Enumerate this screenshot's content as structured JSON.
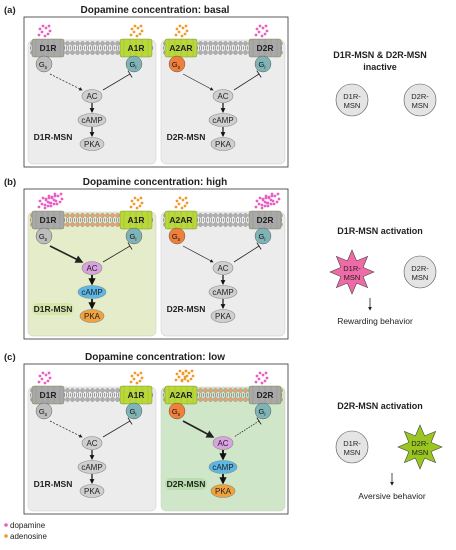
{
  "panels": [
    {
      "id": "a",
      "label": "(a)",
      "title": "Dopamine  concentration: basal",
      "left": {
        "state": "basal",
        "receptor_d1": "D1R",
        "receptor_a1": "A1R",
        "g_left": "G",
        "g_left_sub": "s",
        "g_right": "G",
        "g_right_sub": "i",
        "ac": "AC",
        "camp": "cAMP",
        "pka": "PKA",
        "cell": "D1R-MSN"
      },
      "right": {
        "state": "basal",
        "receptor_a2a": "A2AR",
        "receptor_d2": "D2R",
        "g_left": "G",
        "g_left_sub": "s",
        "g_right": "G",
        "g_right_sub": "i",
        "ac": "AC",
        "camp": "cAMP",
        "pka": "PKA",
        "cell": "D2R-MSN"
      },
      "side": {
        "title_line1": "D1R-MSN & D2R-MSN",
        "title_line2": "inactive",
        "node1_line1": "D1R-",
        "node1_line2": "MSN",
        "node2_line1": "D2R-",
        "node2_line2": "MSN",
        "behavior": ""
      }
    },
    {
      "id": "b",
      "label": "(b)",
      "title": "Dopamine  concentration: high",
      "left": {
        "state": "active",
        "receptor_d1": "D1R",
        "receptor_a1": "A1R",
        "g_left": "G",
        "g_left_sub": "s",
        "g_right": "G",
        "g_right_sub": "i",
        "ac": "AC",
        "camp": "cAMP",
        "pka": "PKA",
        "cell": "D1R-MSN"
      },
      "right": {
        "state": "basal",
        "receptor_a2a": "A2AR",
        "receptor_d2": "D2R",
        "g_left": "G",
        "g_left_sub": "s",
        "g_right": "G",
        "g_right_sub": "i",
        "ac": "AC",
        "camp": "cAMP",
        "pka": "PKA",
        "cell": "D2R-MSN"
      },
      "side": {
        "title_line1": "D1R-MSN activation",
        "title_line2": "",
        "node1_line1": "D1R-",
        "node1_line2": "MSN",
        "node2_line1": "D2R-",
        "node2_line2": "MSN",
        "behavior": "Rewarding behavior"
      }
    },
    {
      "id": "c",
      "label": "(c)",
      "title": "Dopamine  concentration: low",
      "left": {
        "state": "basal",
        "receptor_d1": "D1R",
        "receptor_a1": "A1R",
        "g_left": "G",
        "g_left_sub": "s",
        "g_right": "G",
        "g_right_sub": "i",
        "ac": "AC",
        "camp": "cAMP",
        "pka": "PKA",
        "cell": "D1R-MSN"
      },
      "right": {
        "state": "active",
        "receptor_a2a": "A2AR",
        "receptor_d2": "D2R",
        "g_left": "G",
        "g_left_sub": "s",
        "g_right": "G",
        "g_right_sub": "i",
        "ac": "AC",
        "camp": "cAMP",
        "pka": "PKA",
        "cell": "D2R-MSN"
      },
      "side": {
        "title_line1": "D2R-MSN activation",
        "title_line2": "",
        "node1_line1": "D1R-",
        "node1_line2": "MSN",
        "node2_line1": "D2R-",
        "node2_line2": "MSN",
        "behavior": "Aversive behavior"
      }
    }
  ],
  "legend": {
    "dopamine": "dopamine",
    "adenosine": "adenosine"
  },
  "colors": {
    "dopamine": "#e65fc4",
    "adenosine": "#f09a2a",
    "receptor_green": "#b9d83a",
    "receptor_gray": "#a9a9a9",
    "gs_orange": "#f07f3c",
    "gi_teal": "#7fb3b5",
    "node_gray": "#cfcfcf",
    "ac_active": "#d9a2e0",
    "camp_active": "#5ab7e6",
    "pka_active": "#f0a23c",
    "cell_bg": "#ececec",
    "cell_active_left": "#e4ecc9",
    "cell_active_right": "#cfe6c8",
    "d1_star": "#f06aa8",
    "d2_star": "#9ac61f",
    "membrane_active": "#f0a068"
  }
}
